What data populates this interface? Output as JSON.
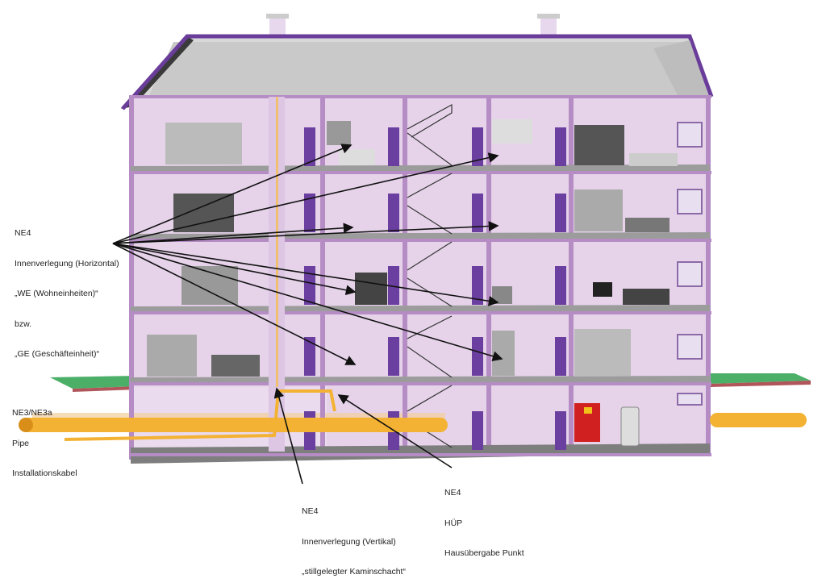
{
  "labels": {
    "horizontal": {
      "line1": "NE4",
      "line2": "Innenverlegung (Horizontal)",
      "line3": "„WE (Wohneinheiten)“",
      "line4": "bzw.",
      "line5": "„GE (Geschäfteinheit)“"
    },
    "pipe": {
      "line1": "NE3/NE3a",
      "line2": "Pipe",
      "line3": "Installationskabel"
    },
    "vertical": {
      "line1": "NE4",
      "line2": "Innenverlegung (Vertikal)",
      "line3": "„stillgelegter Kaminschacht“"
    },
    "huep": {
      "line1": "NE4",
      "line2": "HÜP",
      "line3": "Hausübergabe Punkt"
    }
  },
  "colors": {
    "wall": "#e6d3ea",
    "frame": "#b58cc4",
    "roof": "#6a3d9a",
    "door": "#6b3fa0",
    "floor": "#9a9a9a",
    "pipe": "#f3b233",
    "ground": "#4caf68",
    "arrow": "#111111"
  }
}
